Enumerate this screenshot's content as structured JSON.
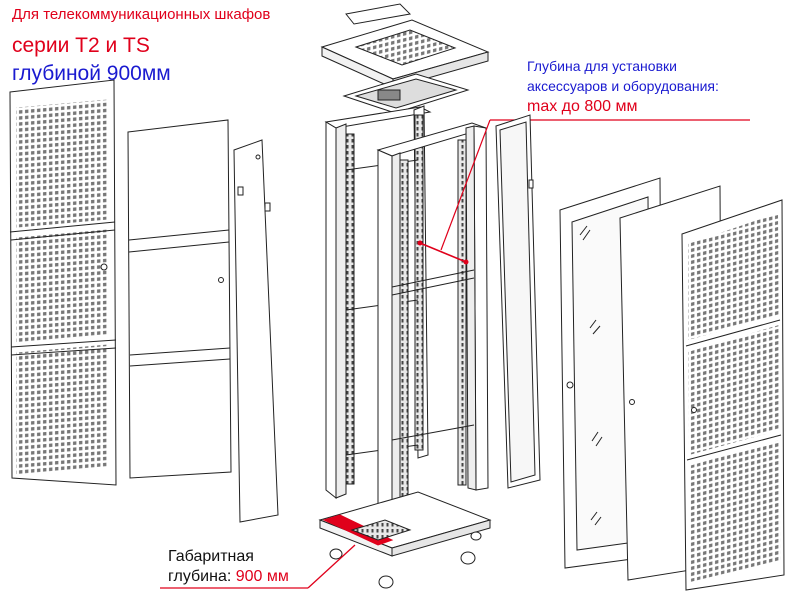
{
  "title": {
    "line1": "Для телекоммуникационных шкафов",
    "line2": "серии Т2 и TS",
    "line3": "глубиной 900мм"
  },
  "callout_depth": {
    "line1": "Глубина для установки",
    "line2": "аксессуаров и оборудования:",
    "line3": "max до 800 мм"
  },
  "callout_overall": {
    "line1": "Габаритная",
    "line2_prefix": "глубина: ",
    "line2_value": "900 мм"
  },
  "colors": {
    "accent_red": "#e0001b",
    "accent_blue": "#1a1ad0",
    "line": "#222222"
  }
}
